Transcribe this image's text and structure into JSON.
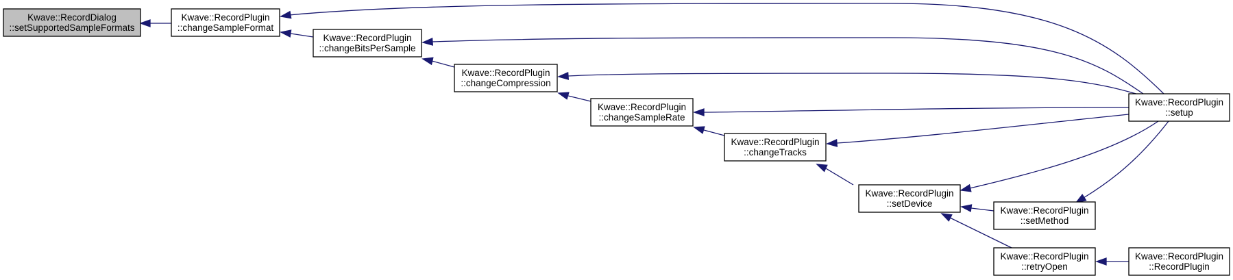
{
  "graph": {
    "edge_color": "#191970",
    "root_fill": "#bfbfbf",
    "nodes": [
      {
        "id": "setSupportedSampleFormats",
        "line1": "Kwave::RecordDialog",
        "line2": "::setSupportedSampleFormats",
        "highlighted": true
      },
      {
        "id": "changeSampleFormat",
        "line1": "Kwave::RecordPlugin",
        "line2": "::changeSampleFormat"
      },
      {
        "id": "changeBitsPerSample",
        "line1": "Kwave::RecordPlugin",
        "line2": "::changeBitsPerSample"
      },
      {
        "id": "changeCompression",
        "line1": "Kwave::RecordPlugin",
        "line2": "::changeCompression"
      },
      {
        "id": "changeSampleRate",
        "line1": "Kwave::RecordPlugin",
        "line2": "::changeSampleRate"
      },
      {
        "id": "changeTracks",
        "line1": "Kwave::RecordPlugin",
        "line2": "::changeTracks"
      },
      {
        "id": "setDevice",
        "line1": "Kwave::RecordPlugin",
        "line2": "::setDevice"
      },
      {
        "id": "setMethod",
        "line1": "Kwave::RecordPlugin",
        "line2": "::setMethod"
      },
      {
        "id": "retryOpen",
        "line1": "Kwave::RecordPlugin",
        "line2": "::retryOpen"
      },
      {
        "id": "setup",
        "line1": "Kwave::RecordPlugin",
        "line2": "::setup"
      },
      {
        "id": "RecordPlugin",
        "line1": "Kwave::RecordPlugin",
        "line2": "::RecordPlugin"
      }
    ],
    "edges": [
      {
        "from": "changeSampleFormat",
        "to": "setSupportedSampleFormats"
      },
      {
        "from": "changeBitsPerSample",
        "to": "changeSampleFormat"
      },
      {
        "from": "setup",
        "to": "changeSampleFormat"
      },
      {
        "from": "changeCompression",
        "to": "changeBitsPerSample"
      },
      {
        "from": "setup",
        "to": "changeBitsPerSample"
      },
      {
        "from": "changeSampleRate",
        "to": "changeCompression"
      },
      {
        "from": "setup",
        "to": "changeCompression"
      },
      {
        "from": "changeTracks",
        "to": "changeSampleRate"
      },
      {
        "from": "setup",
        "to": "changeSampleRate"
      },
      {
        "from": "setDevice",
        "to": "changeTracks"
      },
      {
        "from": "setup",
        "to": "changeTracks"
      },
      {
        "from": "setup",
        "to": "setDevice"
      },
      {
        "from": "setMethod",
        "to": "setDevice"
      },
      {
        "from": "retryOpen",
        "to": "setDevice"
      },
      {
        "from": "setup",
        "to": "setMethod"
      },
      {
        "from": "RecordPlugin",
        "to": "retryOpen"
      }
    ]
  }
}
